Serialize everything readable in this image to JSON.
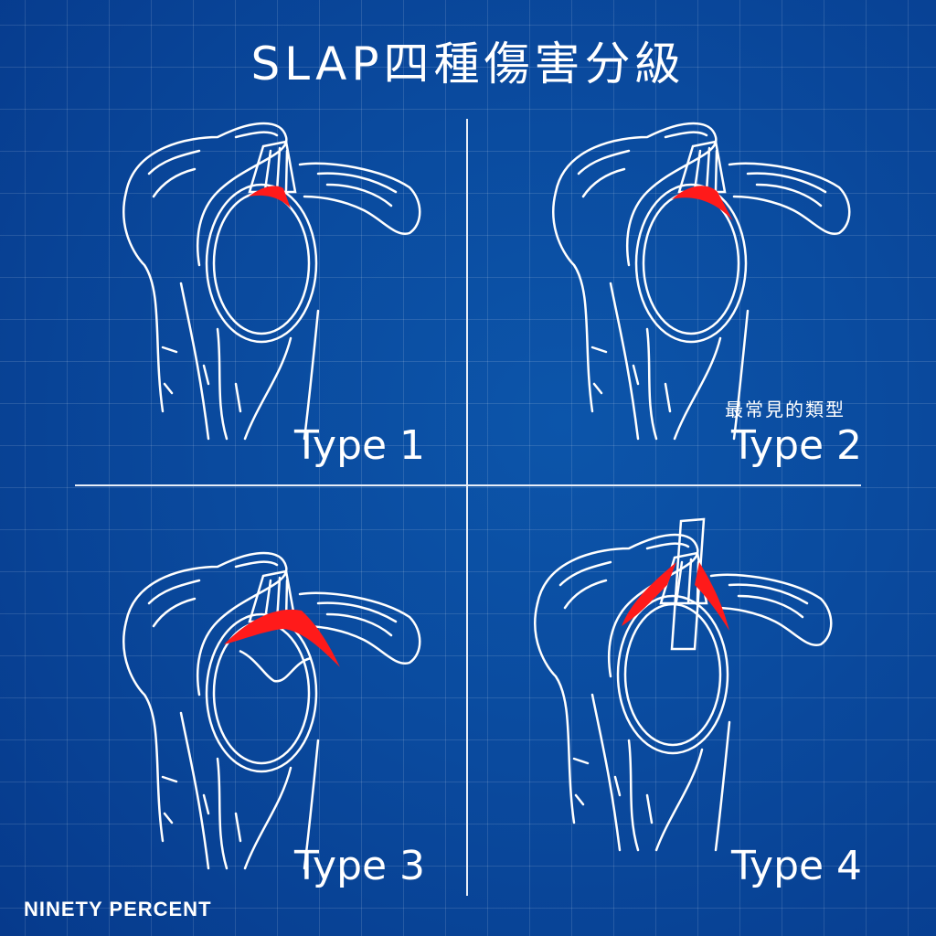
{
  "title": "SLAP四種傷害分級",
  "panels": [
    {
      "label": "Type 1"
    },
    {
      "label": "Type 2",
      "note": "最常見的類型"
    },
    {
      "label": "Type 3"
    },
    {
      "label": "Type 4"
    }
  ],
  "brand": "NINETY PERCENT",
  "colors": {
    "background": "#0a4a9e",
    "lesion": "#ff1a1a",
    "line": "#ffffff"
  }
}
